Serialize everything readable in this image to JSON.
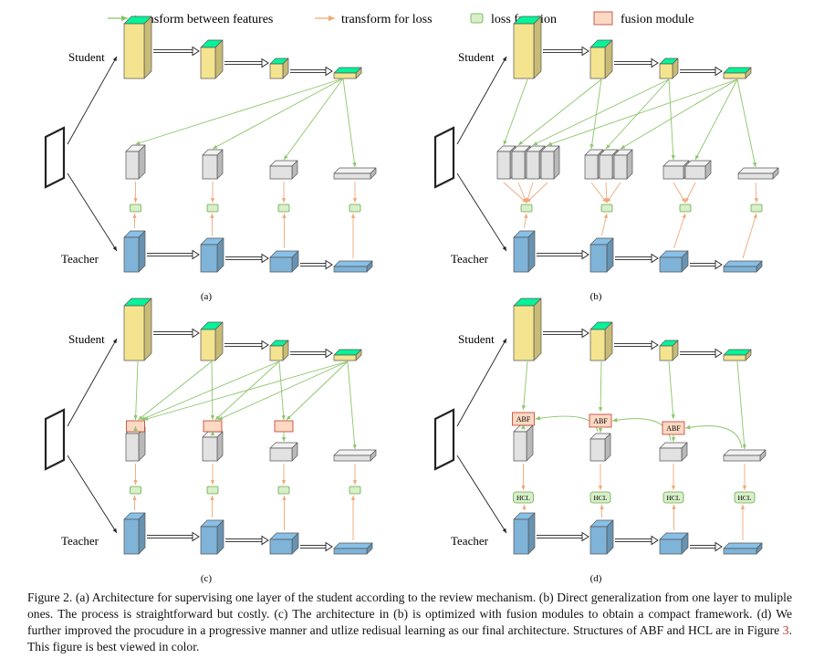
{
  "legend": {
    "feature": "transform between features",
    "loss_transform": "transform for loss",
    "loss_fn": "loss function",
    "fusion": "fusion module"
  },
  "labels": {
    "student": "Student",
    "teacher": "Teacher"
  },
  "panels": [
    "(a)",
    "(b)",
    "(c)",
    "(d)"
  ],
  "modules": {
    "abf": "ABF",
    "hcl": "HCL"
  },
  "caption": {
    "before_ref": "Figure 2. (a) Architecture for supervising one layer of the student according to the review mechanism. (b) Direct generalization from one layer to muliple ones. The process is straightforward but costly. (c) The architecture in (b) is optimized with fusion modules to obtain a compact framework. (d) We further improved the procudure in a progressive manner and utlize redisual learning as our final architecture. Structures of ABF and HCL are in Figure ",
    "ref": "3",
    "after_ref": ". This figure is best viewed in color."
  },
  "colors": {
    "student_fill": "#f4e48f",
    "teacher_fill": "#7fb3d8",
    "gray_fill": "#e2e2e2",
    "green_arrow": "#8cc56a",
    "orange_arrow": "#f0a878",
    "loss_fill": "#d8efc8",
    "fusion_fill": "#fbd9c2"
  }
}
